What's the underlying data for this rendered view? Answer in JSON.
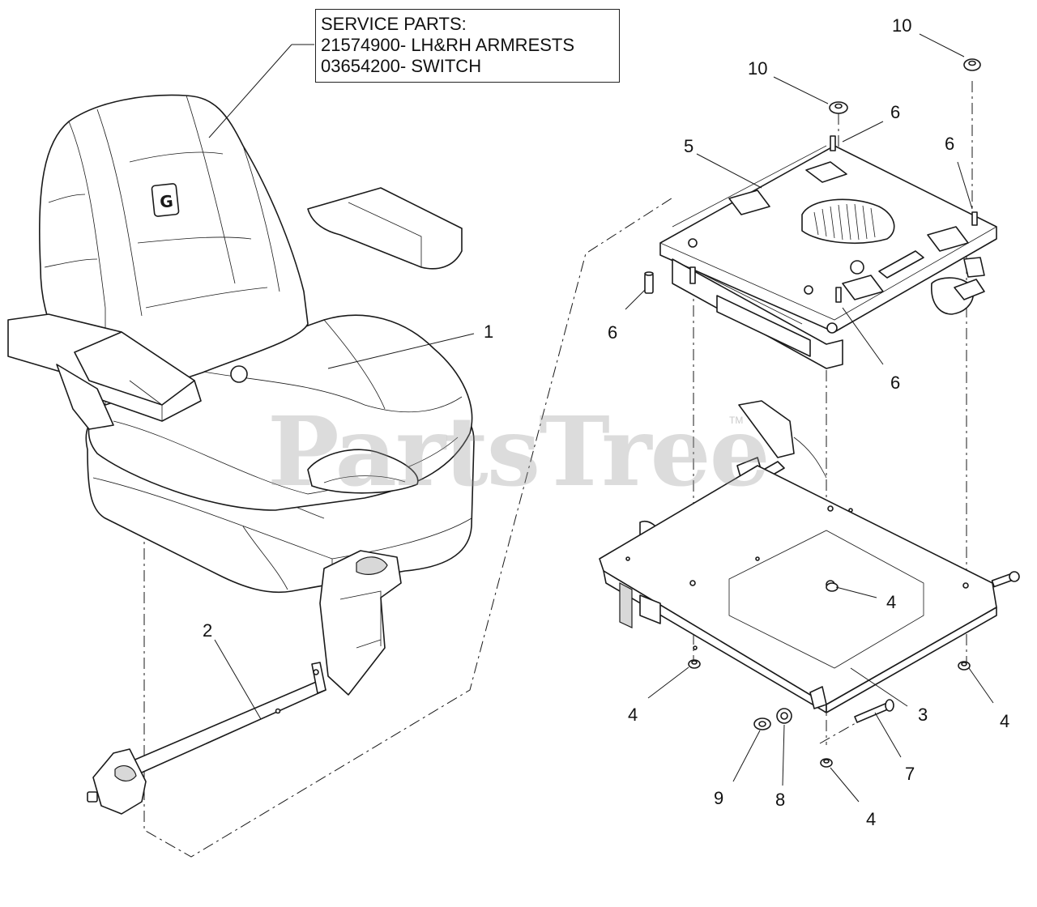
{
  "service_box": {
    "lines": [
      "SERVICE PARTS:",
      "21574900- LH&RH ARMRESTS",
      "03654200- SWITCH"
    ]
  },
  "watermark": {
    "text": "PartsTree",
    "tm": "TM"
  },
  "callouts": [
    {
      "id": "c1",
      "label": "1"
    },
    {
      "id": "c2",
      "label": "2"
    },
    {
      "id": "c3",
      "label": "3"
    },
    {
      "id": "c4a",
      "label": "4"
    },
    {
      "id": "c4b",
      "label": "4"
    },
    {
      "id": "c4c",
      "label": "4"
    },
    {
      "id": "c4d",
      "label": "4"
    },
    {
      "id": "c5",
      "label": "5"
    },
    {
      "id": "c6a",
      "label": "6"
    },
    {
      "id": "c6b",
      "label": "6"
    },
    {
      "id": "c6c",
      "label": "6"
    },
    {
      "id": "c6d",
      "label": "6"
    },
    {
      "id": "c7",
      "label": "7"
    },
    {
      "id": "c8",
      "label": "8"
    },
    {
      "id": "c9",
      "label": "9"
    },
    {
      "id": "c10a",
      "label": "10"
    },
    {
      "id": "c10b",
      "label": "10"
    }
  ]
}
